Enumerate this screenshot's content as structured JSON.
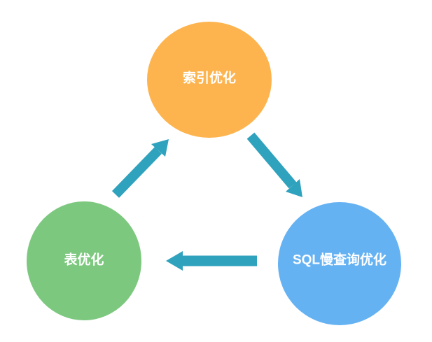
{
  "diagram": {
    "background_color": "#ffffff",
    "label_text_color": "#ffffff",
    "arrow_color": "#2FA2BD",
    "nodes": [
      {
        "id": "index-optimization",
        "label": "索引优化",
        "color": "#FDB44E"
      },
      {
        "id": "sql-slow-query-optimization",
        "label": "SQL慢查询优化",
        "color": "#65B2F3"
      },
      {
        "id": "table-optimization",
        "label": "表优化",
        "color": "#7DC87F"
      }
    ],
    "arrows": [
      {
        "id": "arrow-index-to-sql",
        "from": "索引优化",
        "to": "SQL慢查询优化",
        "color": "#2FA2BD"
      },
      {
        "id": "arrow-sql-to-table",
        "from": "SQL慢查询优化",
        "to": "表优化",
        "color": "#2FA2BD"
      },
      {
        "id": "arrow-table-to-index",
        "from": "表优化",
        "to": "索引优化",
        "color": "#2FA2BD"
      }
    ]
  }
}
